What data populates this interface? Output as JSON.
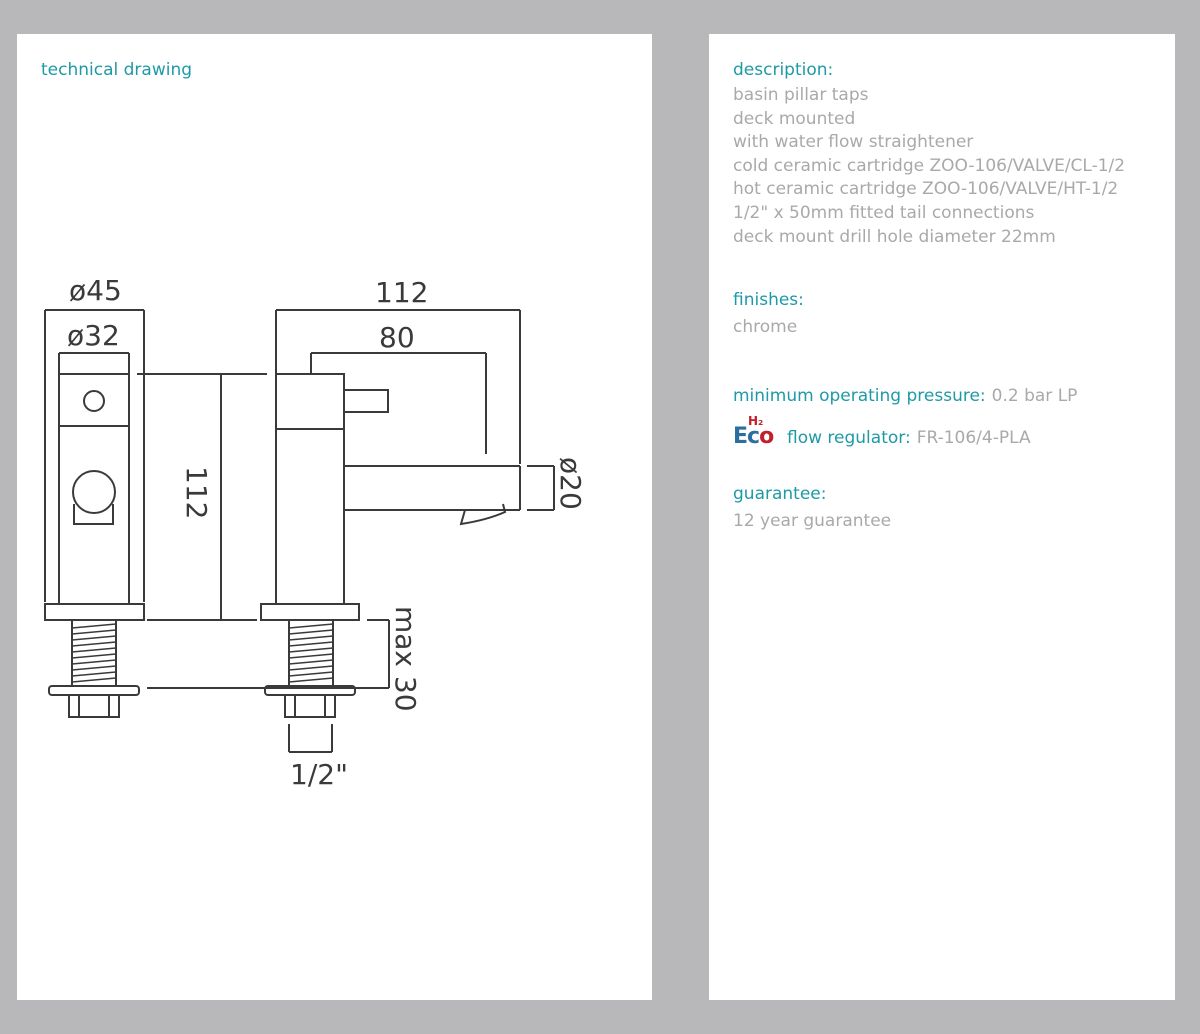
{
  "drawing": {
    "title": "technical drawing",
    "labels": {
      "dia45": "ø45",
      "dia32": "ø32",
      "height112": "112",
      "width112": "112",
      "width80": "80",
      "dia20": "ø20",
      "max30": "max 30",
      "half_inch": "1/2\""
    }
  },
  "description": {
    "heading": "description:",
    "lines": [
      "basin pillar taps",
      "deck mounted",
      "with water flow straightener",
      "cold ceramic cartridge ZOO-106/VALVE/CL-1/2",
      "hot ceramic cartridge ZOO-106/VALVE/HT-1/2",
      "1/2\" x 50mm fitted tail connections",
      "deck mount drill hole diameter 22mm"
    ]
  },
  "finishes": {
    "heading": "finishes:",
    "value": "chrome"
  },
  "pressure": {
    "label": "minimum operating pressure:",
    "value": "0.2 bar LP"
  },
  "eco": {
    "logo_text": "Ec",
    "logo_o": "o",
    "logo_sup": "H₂",
    "label": "flow regulator:",
    "value": "FR-106/4-PLA"
  },
  "guarantee": {
    "heading": "guarantee:",
    "value": "12 year guarantee"
  },
  "colors": {
    "background": "#b8b8ba",
    "heading_teal": "#1e9aa6",
    "body_grey": "#a9a9a9",
    "line": "#3a3a3a"
  }
}
